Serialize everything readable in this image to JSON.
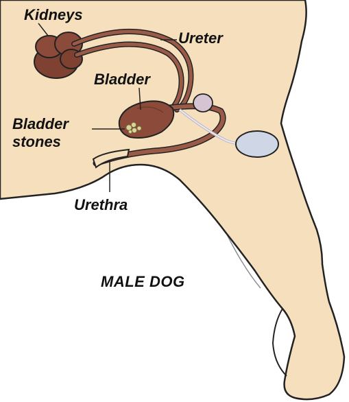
{
  "labels": {
    "kidneys": "Kidneys",
    "ureter": "Ureter",
    "bladder": "Bladder",
    "bladder_stones_line1": "Bladder",
    "bladder_stones_line2": "stones",
    "urethra": "Urethra"
  },
  "caption": "MALE DOG",
  "colors": {
    "body_fill": "#f6dfbd",
    "outline": "#222222",
    "organ_fill": "#8b4a3a",
    "organ_dark": "#5e2c22",
    "tube_fill": "#9a5a48",
    "stone_fill": "#d8d59a",
    "gland_fill": "#d6c4d2",
    "testis_fill": "#cfd7e6"
  }
}
